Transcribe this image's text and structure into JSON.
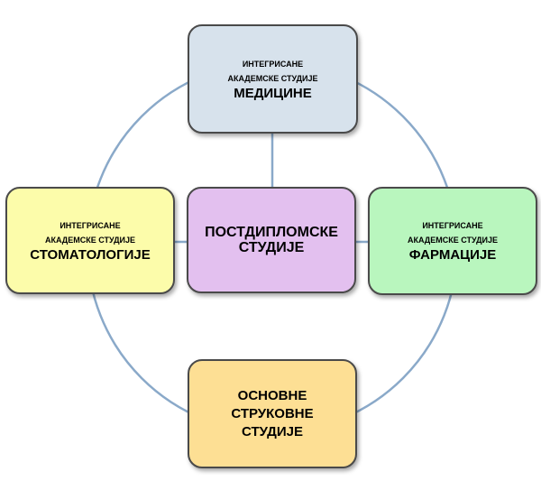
{
  "diagram": {
    "nodes": {
      "top": {
        "line1": "ИНТЕГРИСАНЕ",
        "line2": "АКАДЕМСКЕ СТУДИЈЕ",
        "title": "МЕДИЦИНЕ"
      },
      "left": {
        "line1": "ИНТЕГРИСАНЕ",
        "line2": "АКАДЕМСКЕ СТУДИЈЕ",
        "title": "СТОМАТОЛОГИЈЕ"
      },
      "center": {
        "title1": "ПОСТДИПЛОМСКЕ",
        "title2": "СТУДИЈЕ"
      },
      "right": {
        "line1": "ИНТЕГРИСАНЕ",
        "line2": "АКАДЕМСКЕ СТУДИЈЕ",
        "title": "ФАРМАЦИЈЕ"
      },
      "bottom": {
        "title1": "ОСНОВНЕ",
        "title2": "СТРУКОВНЕ",
        "title3": "СТУДИЈЕ"
      }
    },
    "colors": {
      "connector": "#8aa9c9",
      "top": "#d7e2ec",
      "left": "#fcfcaa",
      "center": "#e3c0ef",
      "right": "#b9f6be",
      "bottom": "#fddf94"
    }
  }
}
